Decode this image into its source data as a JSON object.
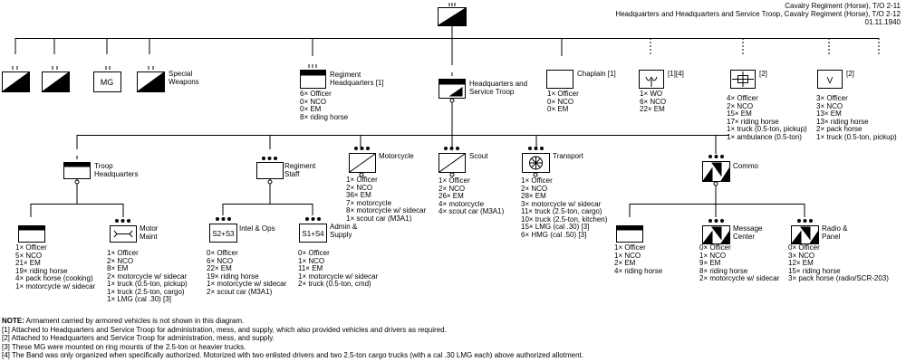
{
  "header": {
    "line1": "Cavalry Regiment (Horse), T/O 2-11",
    "line2": "Headquarters and Headquarters and Service Troop, Cavalry Regiment (Horse), T/O 2-12",
    "line3": "01.11.1940"
  },
  "top_units": {
    "mg_label": "MG",
    "special_weapons_label": "Special\nWeapons"
  },
  "regimental_hq": {
    "label": "Regiment\nHeadquarters [1]",
    "personnel": "6× Officer\n0× NCO\n0× EM\n8× riding horse"
  },
  "hq_service_troop": {
    "label": "Headquarters and\nService Troop"
  },
  "chaplain": {
    "label": "Chaplain [1]",
    "personnel": "1× Officer\n0× NCO\n0× EM"
  },
  "band": {
    "label": "[1][4]",
    "personnel": "1× WO\n6× NCO\n22× EM"
  },
  "medical": {
    "label": "[2]",
    "personnel": "4× Officer\n2× NCO\n15× EM\n17× riding horse\n1× truck (0.5-ton, pickup)\n1× ambulance (0.5-ton)"
  },
  "veterinary": {
    "symbol": "V",
    "label": "[2]",
    "personnel": "3× Officer\n3× NCO\n13× EM\n13× riding horse\n2× pack horse\n1× truck (0.5-ton, pickup)"
  },
  "troop_hq": {
    "label": "Troop\nHeadquarters"
  },
  "regiment_staff": {
    "label": "Regiment\nStaff"
  },
  "motorcycle": {
    "label": "Motorcycle",
    "personnel": "1× Officer\n2× NCO\n36× EM\n7× motorcycle\n8× motorcycle w/ sidecar\n1× scout car (M3A1)"
  },
  "scout": {
    "label": "Scout",
    "personnel": "1× Officer\n2× NCO\n26× EM\n4× motorcycle\n4× scout car (M3A1)"
  },
  "transport": {
    "label": "Transport",
    "personnel": "1× Officer\n2× NCO\n28× EM\n3× motorcycle w/ sidecar\n11× truck (2.5-ton, cargo)\n10× truck (2.5-ton, kitchen)\n15× LMG (cal .30) [3]\n6× HMG (cal .50) [3]"
  },
  "commo": {
    "label": "Commo"
  },
  "troop_hq_sub": {
    "personnel": "1× Officer\n5× NCO\n21× EM\n19× riding horse\n4× pack horse (cooking)\n1× motorcycle w/ sidecar"
  },
  "motor_maint": {
    "label": "Motor\nMaint",
    "personnel": "1× Officer\n2× NCO\n8× EM\n2× motorcycle w/ sidecar\n1× truck (0.5-ton, pickup)\n1× truck (2.5-ton, cargo)\n1× LMG (cal .30) [3]"
  },
  "intel_ops": {
    "symbol": "S2+S3",
    "label": "Intel & Ops",
    "personnel": "0× Officer\n6× NCO\n22× EM\n19× riding horse\n1× motorcycle w/ sidecar\n2× scout car (M3A1)"
  },
  "admin_supply": {
    "symbol": "S1+S4",
    "label": "Admin &\nSupply",
    "personnel": "0× Officer\n1× NCO\n11× EM\n1× motorcycle w/ sidecar\n2× truck (0.5-ton, cmd)"
  },
  "commo_hq": {
    "personnel": "1× Officer\n1× NCO\n2× EM\n4× riding horse"
  },
  "message_center": {
    "label": "Message\nCenter",
    "personnel": "0× Officer\n1× NCO\n9× EM\n8× riding horse\n2× motorcycle w/ sidecar"
  },
  "radio_panel": {
    "label": "Radio &\nPanel",
    "personnel": "0× Officer\n3× NCO\n12× EM\n15× riding horse\n3× pack horse (radio/SCR-203)"
  },
  "notes": {
    "note_title": "NOTE:",
    "note_text": " Armament carried by armored vehicles is not shown in this diagram.",
    "n1": "[1] Attached to Headquarters and Service Troop for administration, mess, and supply, which also provided vehicles and drivers as required.",
    "n2": "[2] Attached to Headquarters and Service Troop for administration, mess, and supply.",
    "n3": "[3] These MG were mounted on ring mounts of the 2.5-ton or heavier trucks.",
    "n4": "[4] The Band was only organized when specifically authorized. Motorized with two enlisted drivers and two 2.5-ton cargo trucks (with a cal .30 LMG each) above authorized allotment."
  }
}
